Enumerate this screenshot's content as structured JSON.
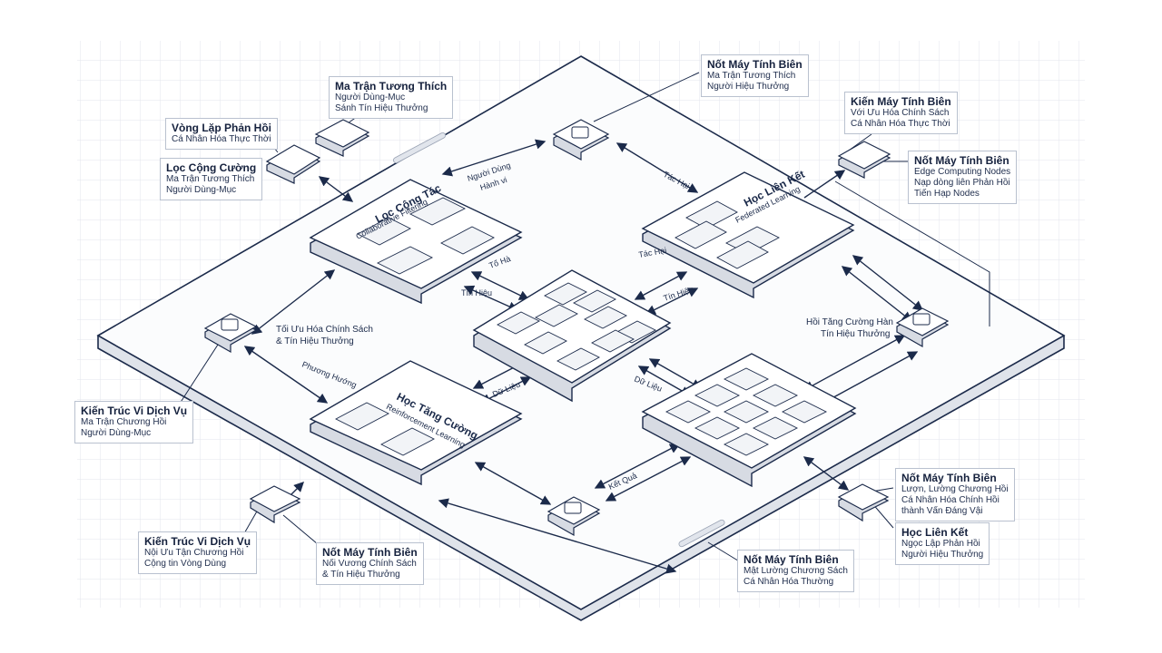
{
  "colors": {
    "ink": "#1b2a4a",
    "grid": "#e3e6ec",
    "panel": "#ffffff",
    "shadow": "#c7ccd6"
  },
  "hubs": {
    "top_left": {
      "title": "Lọc Cộng Tác",
      "subtitle": "Collaborative Filtering"
    },
    "top_right": {
      "title": "Học Liên Kết",
      "subtitle": "Federated Learning"
    },
    "bottom_left": {
      "title": "Học Tăng Cường",
      "subtitle": "Reinforcement Learning"
    }
  },
  "connector_labels": {
    "top_a": "Người Dùng",
    "top_b": "Hành vi",
    "top_c": "Tác Hại",
    "center_a": "Tố Hà",
    "center_b": "Tín Hiệu",
    "left": "Phương Hướng",
    "center_c": "Dữ Liệu",
    "right": "Tín Hiệu",
    "bottom_right": "Dữ Liệu",
    "bottom": "Kết Quả"
  },
  "left_caption": [
    "Tối Ưu Hóa Chính Sách",
    "& Tín Hiệu Thưởng"
  ],
  "right_caption": [
    "Hồi Tăng Cường Hàn",
    "Tín Hiệu Thưởng"
  ],
  "callouts": [
    {
      "title": "Nốt Máy Tính Biên",
      "lines": [
        "Ma Trận Tương Thích",
        "Người Hiệu Thưởng"
      ]
    },
    {
      "title": "Ma Trận Tương Thích",
      "lines": [
        "Người Dùng-Mục",
        "Sánh Tín Hiệu Thưởng"
      ]
    },
    {
      "title": "Vòng Lặp Phản Hồi",
      "lines": [
        "Cá Nhân Hóa Thực Thời"
      ]
    },
    {
      "title": "Lọc Cộng Cường",
      "lines": [
        "Ma Trận Tương Thích",
        "Người Dùng-Mục"
      ]
    },
    {
      "title": "Kiến Máy Tính Biên",
      "lines": [
        "Với Ưu Hóa Chính Sách",
        "Cá Nhân Hóa Thực Thời"
      ]
    },
    {
      "title": "Nốt Máy Tính Biên",
      "lines": [
        "Edge Computing Nodes",
        "Nạp dòng liên Phản Hồi",
        "Tiến Hạp Nodes"
      ]
    },
    {
      "title": "Kiến Trúc Vi Dịch Vụ",
      "lines": [
        "Ma Trận Chương Hồi",
        "Người Dùng-Mục"
      ]
    },
    {
      "title": "Kiến Trúc Vi Dịch Vụ",
      "lines": [
        "Nội Ưu Tận Chương Hồi",
        "Cộng tin Vòng Dùng"
      ]
    },
    {
      "title": "Nốt Máy Tính Biên",
      "lines": [
        "Nối Vương Chính Sách",
        "& Tín Hiệu Thưởng"
      ]
    },
    {
      "title": "Nốt Máy Tính Biên",
      "lines": [
        "Mật Lường Chương Sách",
        "Cá Nhân Hóa Thường"
      ]
    },
    {
      "title": "Nốt Máy Tính Biên",
      "lines": [
        "Lượn, Lường Chương Hồi",
        "Cá Nhân Hóa Chính Hồi",
        "thành Vấn Đáng Vậi"
      ]
    },
    {
      "title": "Học Liên Kết",
      "lines": [
        "Ngọc Lập Phản Hồi",
        "Người Hiệu Thưởng"
      ]
    }
  ]
}
